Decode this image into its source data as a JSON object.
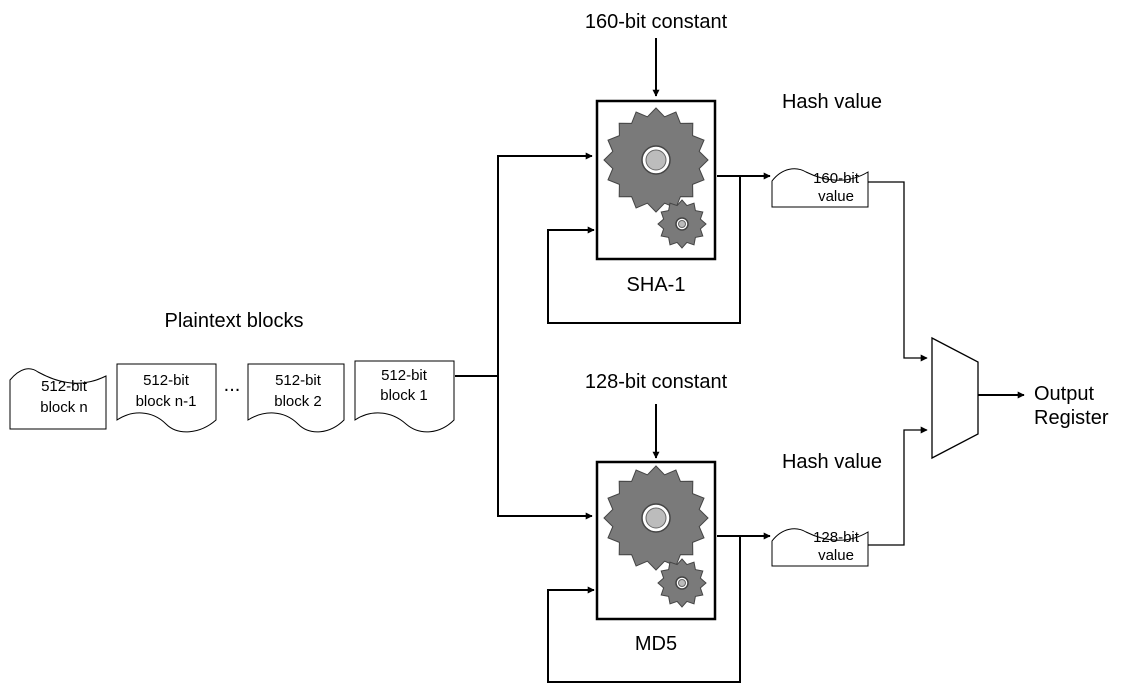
{
  "labels": {
    "sha_constant": "160-bit constant",
    "md5_constant": "128-bit constant",
    "hash_value_top": "Hash value",
    "hash_value_bottom": "Hash value",
    "plaintext_title": "Plaintext blocks",
    "sha_name": "SHA-1",
    "md5_name": "MD5",
    "output_line1": "Output",
    "output_line2": "Register",
    "ellipsis": "..."
  },
  "blocks": [
    {
      "line1": "512-bit",
      "line2": "block n"
    },
    {
      "line1": "512-bit",
      "line2": "block n-1"
    },
    {
      "line1": "512-bit",
      "line2": "block 2"
    },
    {
      "line1": "512-bit",
      "line2": "block 1"
    }
  ],
  "hash_outputs": {
    "sha": {
      "line1": "160-bit",
      "line2": "value"
    },
    "md5": {
      "line1": "128-bit",
      "line2": "value"
    }
  }
}
